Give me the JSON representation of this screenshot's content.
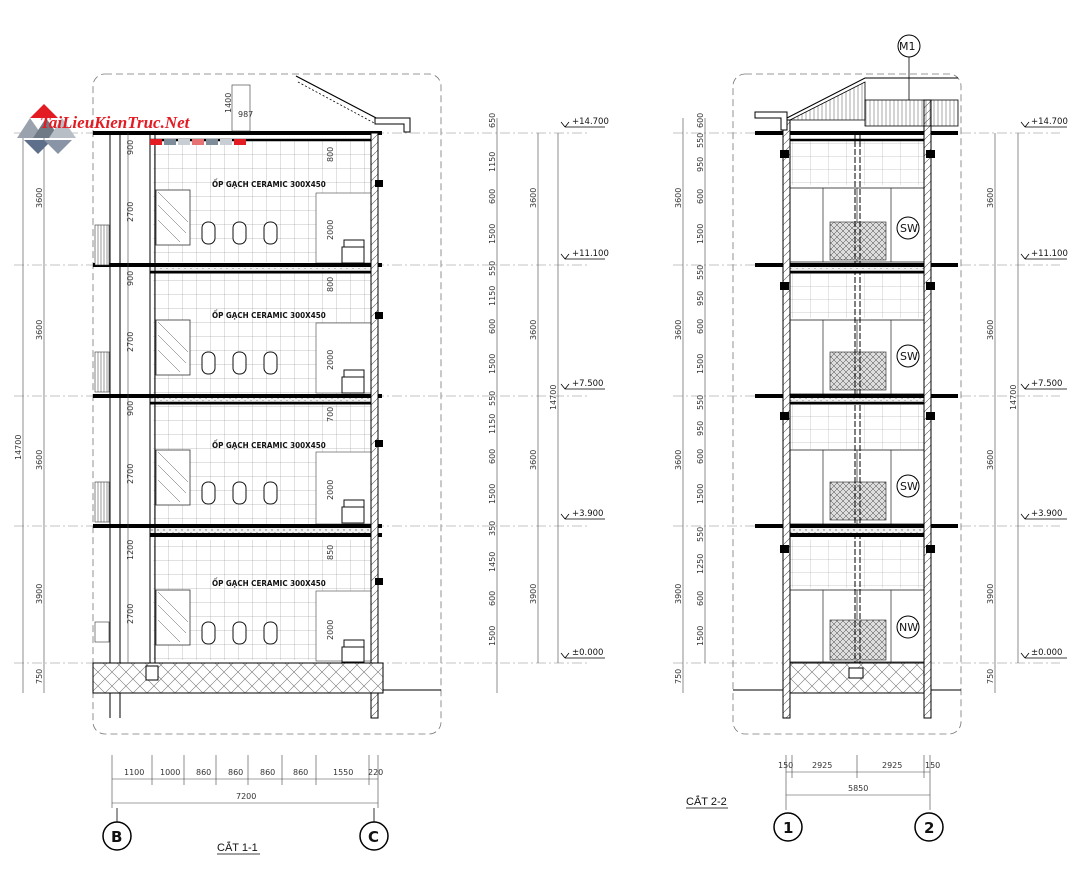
{
  "watermark": {
    "text": "TaiLieuKienTruc.Net"
  },
  "section1": {
    "title": "CẮT 1-1",
    "axis_left": "B",
    "axis_right": "C",
    "tile_note": "ỐP GẠCH CERAMIC 300X450",
    "roof_dims": [
      "1400",
      "987"
    ],
    "levels": [
      "+14.700",
      "+11.100",
      "+7.500",
      "+3.900",
      "±0.000"
    ],
    "left_dims_outer": [
      "3600",
      "3600",
      "3600",
      "3900",
      "750"
    ],
    "left_dims_inner": [
      "900",
      "2700",
      "900",
      "2700",
      "900",
      "2700",
      "1200",
      "2700"
    ],
    "total_height": "14700",
    "wall_dims": [
      "800",
      "2000",
      "800",
      "2000",
      "700",
      "2000",
      "850",
      "2000"
    ],
    "right_dims_a": [
      "650",
      "1150",
      "600",
      "1500",
      "550",
      "1150",
      "600",
      "1500",
      "550",
      "1150",
      "600",
      "1500",
      "350",
      "1450",
      "600",
      "1500"
    ],
    "right_dims_b": [
      "3600",
      "3600",
      "3600",
      "3900"
    ],
    "bottom_dims": [
      "1100",
      "1000",
      "860",
      "860",
      "860",
      "860",
      "1550",
      "220"
    ],
    "bottom_total": "7200"
  },
  "section2": {
    "title": "CẮT 2-2",
    "axis_left": "1",
    "axis_right": "2",
    "roof_tag": "M1",
    "window_tags": [
      "SW",
      "SW",
      "SW",
      "NW"
    ],
    "levels": [
      "+14.700",
      "+11.100",
      "+7.500",
      "+3.900",
      "±0.000"
    ],
    "left_dims_outer": [
      "3600",
      "3600",
      "3600",
      "3900",
      "750"
    ],
    "left_dims_inner": [
      "600",
      "550",
      "950",
      "600",
      "1500",
      "550",
      "950",
      "600",
      "1500",
      "550",
      "950",
      "600",
      "1500",
      "550",
      "1250",
      "600",
      "1500"
    ],
    "total_height": "14700",
    "right_dims": [
      "3600",
      "3600",
      "3600",
      "3900",
      "750"
    ],
    "bottom_dims": [
      "150",
      "2925",
      "2925",
      "150"
    ],
    "bottom_total": "5850"
  }
}
